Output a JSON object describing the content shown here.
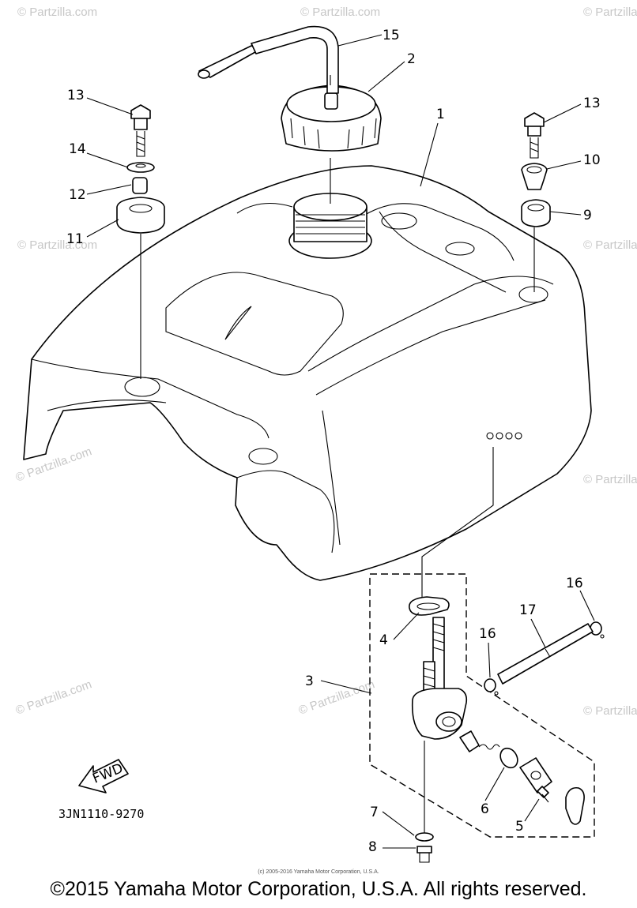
{
  "diagram": {
    "callouts": [
      {
        "id": "c15",
        "label": "15"
      },
      {
        "id": "c2",
        "label": "2"
      },
      {
        "id": "c1",
        "label": "1"
      },
      {
        "id": "c13a",
        "label": "13"
      },
      {
        "id": "c14",
        "label": "14"
      },
      {
        "id": "c12",
        "label": "12"
      },
      {
        "id": "c11",
        "label": "11"
      },
      {
        "id": "c13b",
        "label": "13"
      },
      {
        "id": "c10",
        "label": "10"
      },
      {
        "id": "c9",
        "label": "9"
      },
      {
        "id": "c16a",
        "label": "16"
      },
      {
        "id": "c17",
        "label": "17"
      },
      {
        "id": "c16b",
        "label": "16"
      },
      {
        "id": "c4",
        "label": "4"
      },
      {
        "id": "c3",
        "label": "3"
      },
      {
        "id": "c7",
        "label": "7"
      },
      {
        "id": "c6",
        "label": "6"
      },
      {
        "id": "c5",
        "label": "5"
      },
      {
        "id": "c8",
        "label": "8"
      }
    ],
    "fwd_label": "FWD",
    "part_code": "3JN1110-9270",
    "watermark": "© Partzilla.com",
    "small_credit": "(c) 2005-2016 Yamaha Motor Corporation, U.S.A."
  },
  "footer": {
    "copyright": "©2015 Yamaha Motor Corporation, U.S.A. All rights reserved."
  }
}
